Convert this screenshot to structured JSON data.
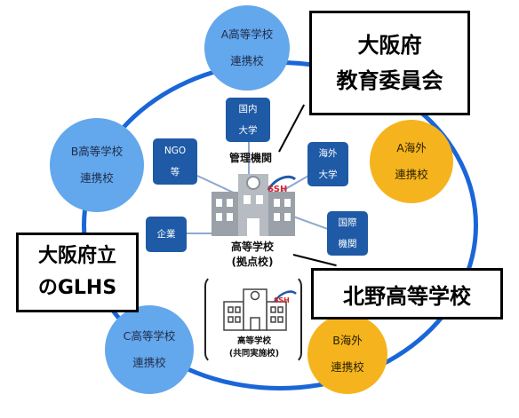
{
  "partners": {
    "a_school": [
      "A高等学校",
      "連携校"
    ],
    "b_school": [
      "B高等学校",
      "連携校"
    ],
    "c_school": [
      "C高等学校",
      "連携校"
    ],
    "a_overseas": [
      "A海外",
      "連携校"
    ],
    "b_overseas": [
      "B海外",
      "連携校"
    ]
  },
  "organizations": {
    "domestic_univ": [
      "国内",
      "大学"
    ],
    "ngo": [
      "NGO",
      "等"
    ],
    "overseas_univ": [
      "海外",
      "大学"
    ],
    "company": "企業",
    "intl_org": [
      "国際",
      "機関"
    ]
  },
  "labels": {
    "management": "管理機関",
    "hub_school": [
      "高等学校",
      "(拠点校)"
    ],
    "joint_school": [
      "高等学校",
      "(共同実施校)"
    ],
    "ssh_logo": "SSH"
  },
  "callouts": {
    "board": [
      "大阪府",
      "教育委員会"
    ],
    "glhs": [
      "大阪府立",
      "のGLHS"
    ],
    "kitano": "北野高等学校"
  },
  "colors": {
    "ring": "#1a66d8",
    "school_circle": "#63a7ec",
    "overseas_circle": "#f5b41d",
    "org_box": "#1e5aa6"
  }
}
